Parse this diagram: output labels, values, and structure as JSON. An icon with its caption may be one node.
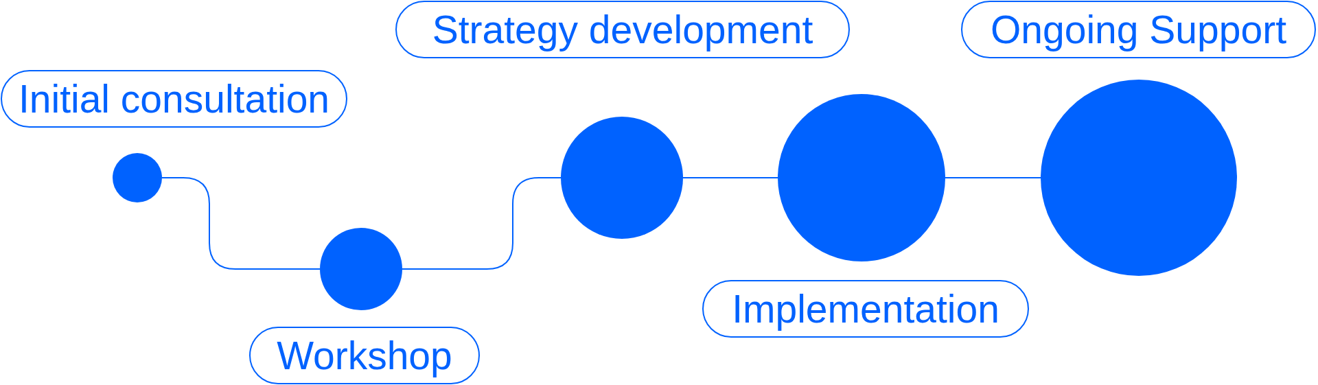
{
  "diagram": {
    "nodes": [
      {
        "text": [
          "Initial consultation"
        ]
      },
      {
        "text": [],
        "shape": "circle"
      },
      {
        "text": [],
        "shape": "circle"
      },
      {
        "text": [
          "Workshop"
        ]
      },
      {
        "text": [
          "Strategy development"
        ]
      },
      {
        "text": [],
        "shape": "circle"
      },
      {
        "text": [],
        "shape": "circle"
      },
      {
        "text": [
          "Implementation"
        ]
      },
      {
        "text": [
          "Ongoing Support"
        ]
      },
      {
        "text": [],
        "shape": "circle"
      }
    ],
    "edges": [
      {
        "from": 1,
        "to": 2,
        "arrow": "none"
      },
      {
        "from": 2,
        "to": 5,
        "arrow": "none"
      },
      {
        "from": 5,
        "to": 6,
        "arrow": "none"
      },
      {
        "from": 6,
        "to": 9,
        "arrow": "none"
      }
    ]
  }
}
